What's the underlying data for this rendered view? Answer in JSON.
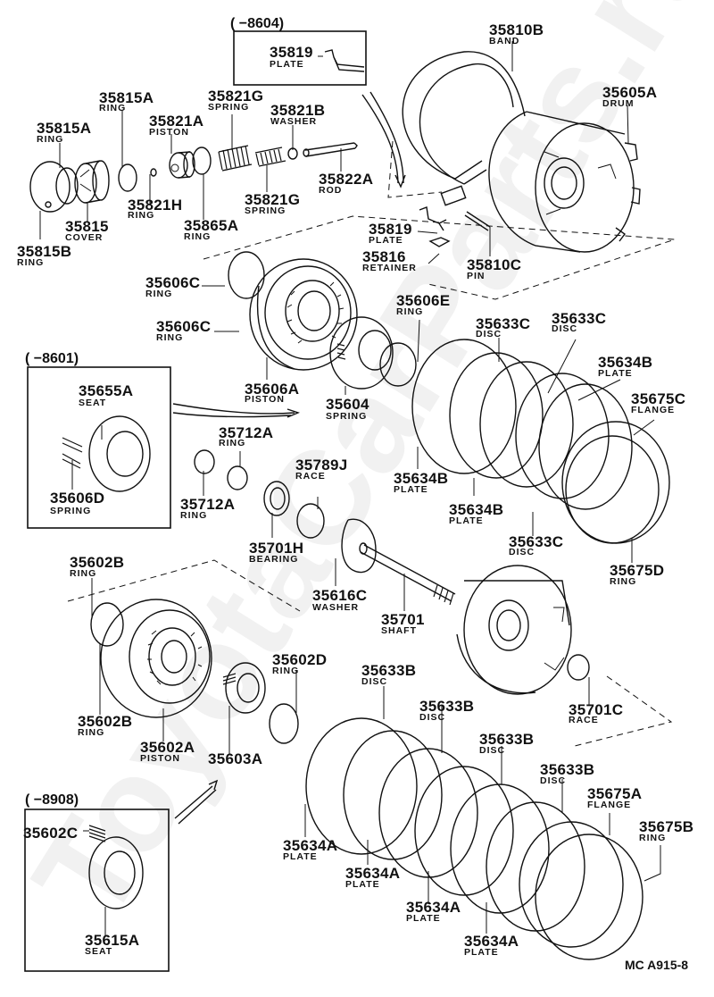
{
  "diagram": {
    "title_code": "MC  A915-8",
    "watermark": "ToyotaCarParts.ru",
    "era_boxes": [
      {
        "id": "box-8604",
        "label": "(      −8604)"
      },
      {
        "id": "box-8601",
        "label": "(      −8601)"
      },
      {
        "id": "box-8908",
        "label": "(      −8908)"
      }
    ],
    "callouts": [
      {
        "part": "35819",
        "name": "PLATE"
      },
      {
        "part": "35815A",
        "name": "RING"
      },
      {
        "part": "35815A",
        "name": "RING"
      },
      {
        "part": "35821A",
        "name": "PISTON"
      },
      {
        "part": "35821G",
        "name": "SPRING"
      },
      {
        "part": "35821B",
        "name": "WASHER"
      },
      {
        "part": "35821H",
        "name": "RING"
      },
      {
        "part": "35865A",
        "name": "RING"
      },
      {
        "part": "35821G",
        "name": "SPRING"
      },
      {
        "part": "35822A",
        "name": "ROD"
      },
      {
        "part": "35815",
        "name": "COVER"
      },
      {
        "part": "35815B",
        "name": "RING"
      },
      {
        "part": "35810B",
        "name": "BAND"
      },
      {
        "part": "35605A",
        "name": "DRUM"
      },
      {
        "part": "35819",
        "name": "PLATE"
      },
      {
        "part": "35816",
        "name": "RETAINER"
      },
      {
        "part": "35810C",
        "name": "PIN"
      },
      {
        "part": "35606C",
        "name": "RING"
      },
      {
        "part": "35606C",
        "name": "RING"
      },
      {
        "part": "35606A",
        "name": "PISTON"
      },
      {
        "part": "35606E",
        "name": "RING"
      },
      {
        "part": "35604",
        "name": "SPRING"
      },
      {
        "part": "35633C",
        "name": "DISC"
      },
      {
        "part": "35633C",
        "name": "DISC"
      },
      {
        "part": "35634B",
        "name": "PLATE"
      },
      {
        "part": "35675C",
        "name": "FLANGE"
      },
      {
        "part": "35655A",
        "name": "SEAT"
      },
      {
        "part": "35606D",
        "name": "SPRING"
      },
      {
        "part": "35712A",
        "name": "RING"
      },
      {
        "part": "35712A",
        "name": "RING"
      },
      {
        "part": "35789J",
        "name": "RACE"
      },
      {
        "part": "35701H",
        "name": "BEARING"
      },
      {
        "part": "35634B",
        "name": "PLATE"
      },
      {
        "part": "35634B",
        "name": "PLATE"
      },
      {
        "part": "35633C",
        "name": "DISC"
      },
      {
        "part": "35675D",
        "name": "RING"
      },
      {
        "part": "35616C",
        "name": "WASHER"
      },
      {
        "part": "35701",
        "name": "SHAFT"
      },
      {
        "part": "35602B",
        "name": "RING"
      },
      {
        "part": "35602B",
        "name": "RING"
      },
      {
        "part": "35602A",
        "name": "PISTON"
      },
      {
        "part": "35603A",
        "name": ""
      },
      {
        "part": "35602D",
        "name": "RING"
      },
      {
        "part": "35633B",
        "name": "DISC"
      },
      {
        "part": "35633B",
        "name": "DISC"
      },
      {
        "part": "35633B",
        "name": "DISC"
      },
      {
        "part": "35633B",
        "name": "DISC"
      },
      {
        "part": "35701C",
        "name": "RACE"
      },
      {
        "part": "35675A",
        "name": "FLANGE"
      },
      {
        "part": "35675B",
        "name": "RING"
      },
      {
        "part": "35602C",
        "name": ""
      },
      {
        "part": "35615A",
        "name": "SEAT"
      },
      {
        "part": "35634A",
        "name": "PLATE"
      },
      {
        "part": "35634A",
        "name": "PLATE"
      },
      {
        "part": "35634A",
        "name": "PLATE"
      },
      {
        "part": "35634A",
        "name": "PLATE"
      }
    ]
  }
}
